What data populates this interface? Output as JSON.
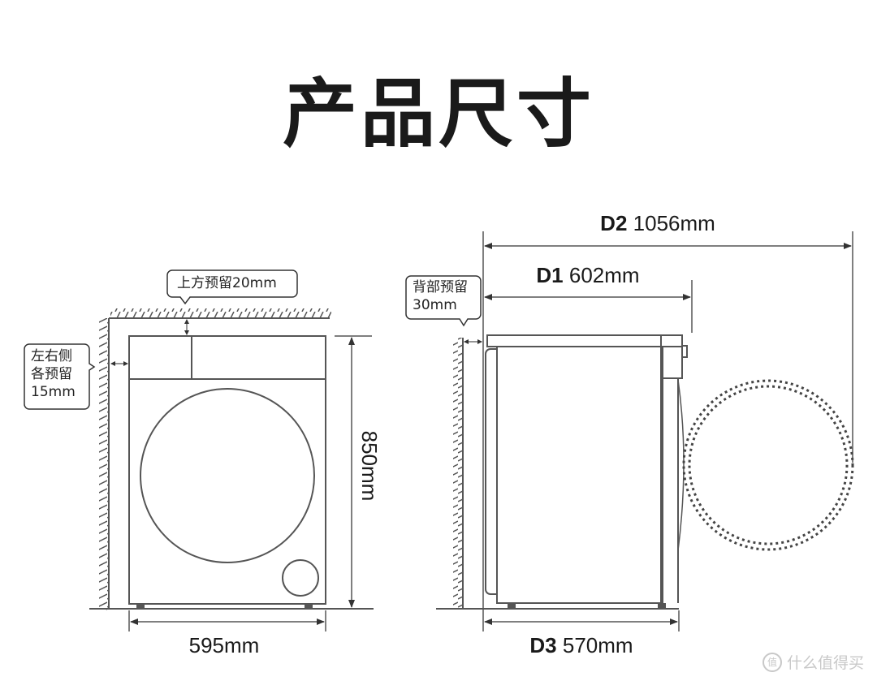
{
  "title": "产品尺寸",
  "front_view": {
    "top_clearance_label": "上方预留20mm",
    "side_clearance_label": [
      "左右侧",
      "各预留",
      "15mm"
    ],
    "height_label": "850mm",
    "width_label": "595mm"
  },
  "side_view": {
    "back_clearance_label": [
      "背部预留",
      "30mm"
    ],
    "d1": {
      "key": "D1",
      "value": "602mm"
    },
    "d2": {
      "key": "D2",
      "value": "1056mm"
    },
    "d3": {
      "key": "D3",
      "value": "570mm"
    }
  },
  "watermark": {
    "badge": "值",
    "text": "什么值得买"
  },
  "colors": {
    "line": "#555555",
    "text": "#1a1a1a",
    "watermark": "#c8c8c8"
  }
}
